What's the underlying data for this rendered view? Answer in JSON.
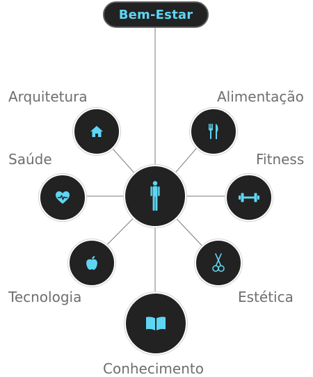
{
  "root": {
    "title": "Bem-Estar"
  },
  "center": {
    "icon": "human-body-icon"
  },
  "nodes": [
    {
      "id": "arquitetura",
      "label": "Arquitetura",
      "icon": "home-icon"
    },
    {
      "id": "alimentacao",
      "label": "Alimentação",
      "icon": "fork-knife-icon"
    },
    {
      "id": "saude",
      "label": "Saúde",
      "icon": "heart-pulse-icon"
    },
    {
      "id": "fitness",
      "label": "Fitness",
      "icon": "dumbbell-icon"
    },
    {
      "id": "tecnologia",
      "label": "Tecnologia",
      "icon": "apple-icon"
    },
    {
      "id": "estetica",
      "label": "Estética",
      "icon": "scissors-icon"
    },
    {
      "id": "conhecimento",
      "label": "Conhecimento",
      "icon": "book-icon"
    }
  ],
  "colors": {
    "accent": "#5ed6f3",
    "node_fill": "#222222",
    "line": "#7a7a7a",
    "label": "#6e6e6e"
  }
}
